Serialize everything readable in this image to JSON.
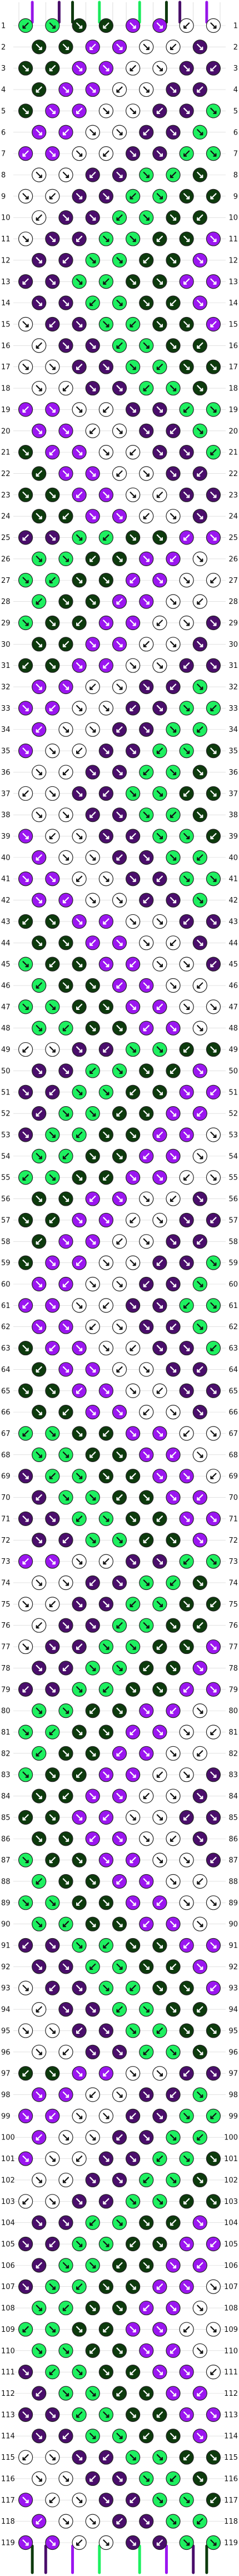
{
  "pattern": {
    "type": "friendship-bracelet-knot-pattern",
    "row_count": 119,
    "strand_count": 16,
    "colors": {
      "purple": "#9b16f0",
      "dark_purple": "#4a0e6b",
      "dark_green": "#0d3a0d",
      "green": "#1ef060",
      "white": "#ffffff",
      "outline": "#222222",
      "grid_line": "#cfcfcf"
    },
    "strand_top_colors": [
      "white",
      "purple",
      "white",
      "dark_purple",
      "dark_green",
      "white",
      "green",
      "white",
      "white",
      "green",
      "white",
      "dark_green",
      "dark_purple",
      "white",
      "purple",
      "white"
    ],
    "strand_bottom_colors": [
      "white",
      "dark_green",
      "dark_purple",
      "white",
      "purple",
      "white",
      "green",
      "white",
      "white",
      "green",
      "white",
      "purple",
      "white",
      "dark_purple",
      "dark_green",
      "white"
    ],
    "row_numbers": [
      1,
      2,
      3,
      4,
      5,
      6,
      7,
      8,
      9,
      10,
      11,
      12,
      13,
      14,
      15,
      16,
      17,
      18,
      19,
      20,
      21,
      22,
      23,
      24,
      25,
      26,
      27,
      28,
      29,
      30,
      31,
      32,
      33,
      34,
      35,
      36,
      37,
      38,
      39,
      40,
      41,
      42,
      43,
      44,
      45,
      46,
      47,
      48,
      49,
      50,
      51,
      52,
      53,
      54,
      55,
      56,
      57,
      58,
      59,
      60,
      61,
      62,
      63,
      64,
      65,
      66,
      67,
      68,
      69,
      70,
      71,
      72,
      73,
      74,
      75,
      76,
      77,
      78,
      79,
      80,
      81,
      82,
      83,
      84,
      85,
      86,
      87,
      88,
      89,
      90,
      91,
      92,
      93,
      94,
      95,
      96,
      97,
      98,
      99,
      100,
      101,
      102,
      103,
      104,
      105,
      106,
      107,
      108,
      109,
      110,
      111,
      112,
      113,
      114,
      115,
      116,
      117,
      118,
      119
    ],
    "palette_cycle": [
      "purple",
      "dark_green",
      "green",
      "dark_purple",
      "white"
    ]
  }
}
